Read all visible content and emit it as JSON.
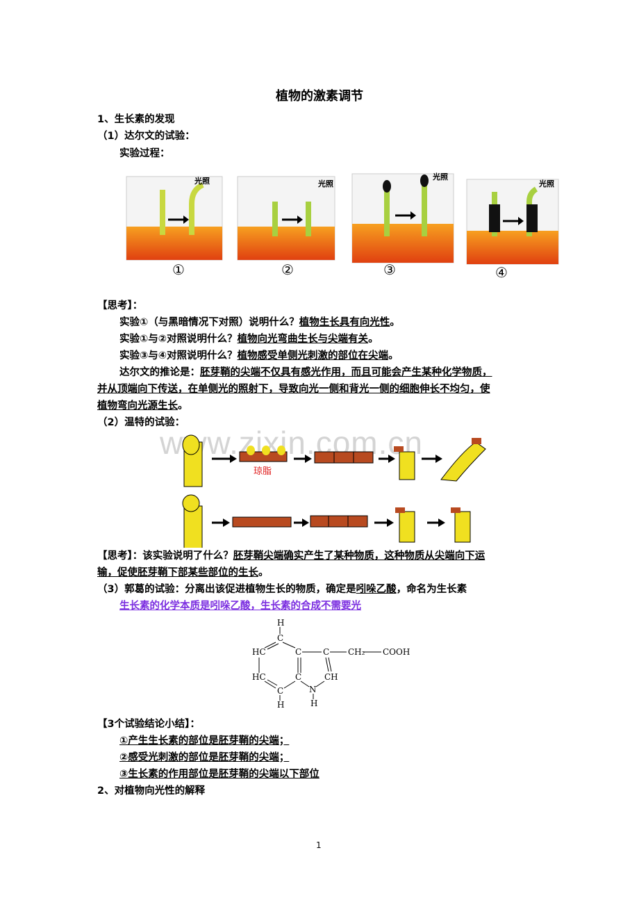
{
  "title": "植物的激素调节",
  "s1": "1、生长素的发现",
  "s1a": "（1）达尔文的试验：",
  "process": "实验过程：",
  "light": "光照",
  "labels": [
    "①",
    "②",
    "③",
    "④"
  ],
  "think": "【思考】：",
  "q1": {
    "q": "实验①（与黑暗情况下对照）说明什么？",
    "a": "植物生长具有向光性",
    "end": "。"
  },
  "q2": {
    "q": "实验①与②对照说明什么？",
    "a": "植物向光弯曲生长与尖端有关",
    "end": "。"
  },
  "q3": {
    "q": "实验③与④对照说明什么？",
    "a": "植物感受单侧光刺激的部位在尖端",
    "end": "。"
  },
  "darwin": {
    "q": "达尔文的推论是：",
    "a1": "胚芽鞘的尖端不仅具有感光作用，而且可能会产生某种化学物质，",
    "a2": "并从顶端向下传送，在单侧光的照射下，导致向光一侧和背光一侧的细胞伸长不均匀，使",
    "a3": "植物弯向光源生长",
    "end": "。"
  },
  "s1b": "（2）温特的试验：",
  "agar": "琼脂",
  "watermark": "www.zixin.com.cn",
  "went": {
    "q": "【思考】：该实验说明了什么？",
    "a1": "胚芽鞘尖端确实产生了某种物质，这种物质从尖端向下运",
    "a2": "输，促使胚芽鞘下部某些部位的生长",
    "end": "。"
  },
  "s1c": {
    "pre": "（3）郭葛的试验：分离出该促进植物生长的物质，确定是",
    "u": "吲哚乙酸",
    "post": "，命名为生长素"
  },
  "note": "生长素的化学本质是吲哚乙酸，生长素的合成不需要光",
  "note_color": "#7b2ee0",
  "chem": {
    "H": "H",
    "C": "C",
    "HC": "HC",
    "CH": "CH",
    "N": "N",
    "CH2": "CH₂",
    "COOH": "COOH"
  },
  "summary_title": "【3个试验结论小结】：",
  "summary": [
    "①产生生长素的部位是胚芽鞘的尖端；",
    "②感受光刺激的部位是胚芽鞘的尖端；",
    "③生长素的作用部位是胚芽鞘的尖端以下部位"
  ],
  "s2": "2、对植物向光性的解释",
  "page_number": "1"
}
